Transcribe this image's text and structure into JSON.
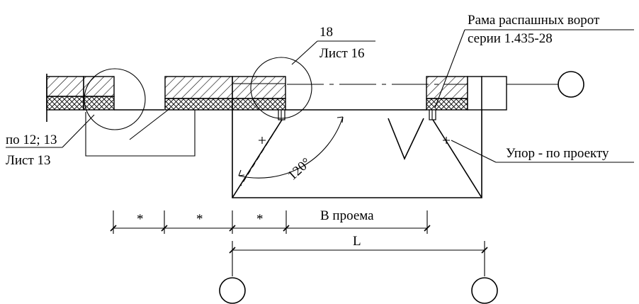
{
  "labels": {
    "callout_18": "18",
    "callout_sheet16": "Лист 16",
    "frame_line1": "Рама распашных ворот",
    "frame_line2": "серии 1.435-28",
    "ref_12_13": "по 12; 13",
    "ref_sheet13": "Лист 13",
    "angle": "120°",
    "stop": "Упор - по проекту",
    "dim_star_1": "*",
    "dim_star_2": "*",
    "dim_star_3": "*",
    "dim_opening": "В проема",
    "dim_L": "L"
  }
}
